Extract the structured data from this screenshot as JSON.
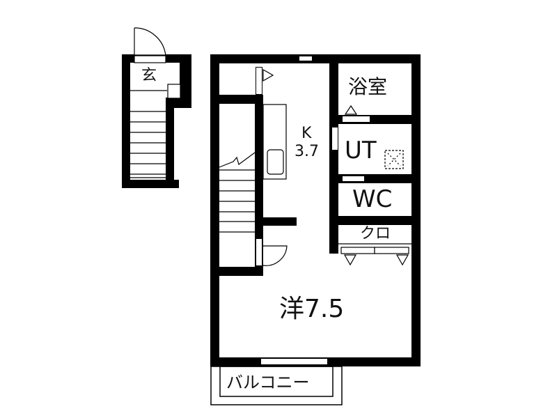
{
  "diagram": {
    "type": "floor-plan",
    "colors": {
      "wall": "#000000",
      "background": "#ffffff",
      "text": "#111111"
    },
    "rooms": {
      "entrance": {
        "label": "玄"
      },
      "kitchen": {
        "label": "K",
        "size": "3.7"
      },
      "bath": {
        "label": "浴室"
      },
      "utility": {
        "label": "UT"
      },
      "toilet": {
        "label": "WC"
      },
      "closet": {
        "label": "クロ"
      },
      "western_room": {
        "label": "洋7.5"
      },
      "balcony": {
        "label": "バルコニー"
      }
    },
    "fixtures": [
      "staircase-lower",
      "staircase-upper",
      "sink-counter",
      "washing-machine-pan",
      "doors",
      "windows"
    ]
  }
}
